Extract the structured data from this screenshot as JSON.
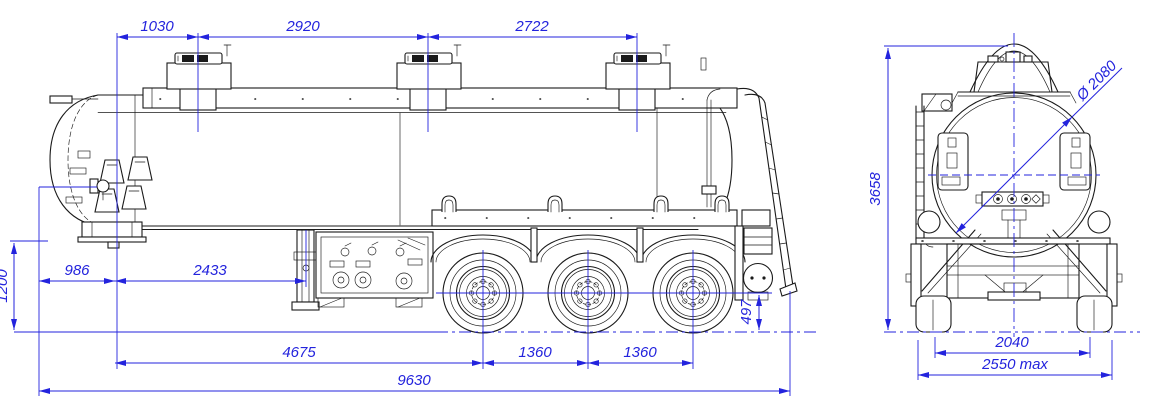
{
  "drawing": {
    "title": "tank-semitrailer-dimension-drawing",
    "views": {
      "side": "side-view",
      "rear": "rear-view"
    }
  },
  "dims": {
    "top_spacing_1": "1030",
    "top_spacing_2": "2920",
    "top_spacing_3": "2722",
    "fifth_wheel_height": "1200",
    "front_overhang": "986",
    "kingpin_to_support": "2433",
    "kingpin_to_axle1": "4675",
    "axle_spacing_1": "1360",
    "axle_spacing_2": "1360",
    "axle_center_height": "497",
    "overall_length": "9630",
    "overall_height": "3658",
    "tank_diameter": "Ø 2080",
    "track_width": "2040",
    "overall_width": "2550 max"
  },
  "colors": {
    "dimension": "#2323dd",
    "line": "#1a1a1a",
    "background": "#ffffff"
  }
}
